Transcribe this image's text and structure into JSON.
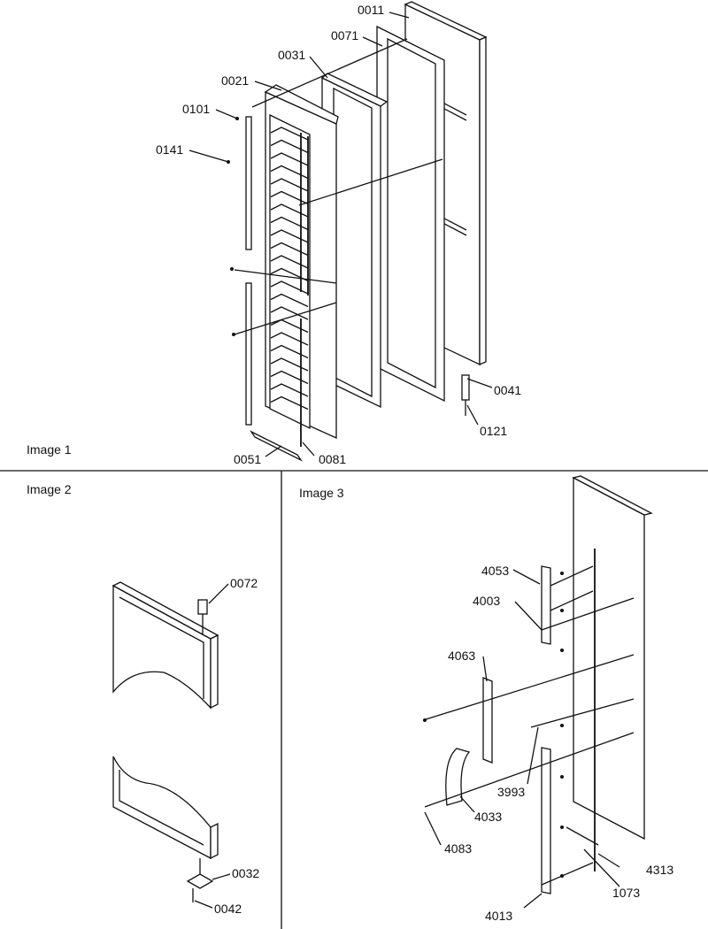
{
  "panels": {
    "image1": "Image 1",
    "image2": "Image 2",
    "image3": "Image 3"
  },
  "parts": {
    "p0011": "0011",
    "p0071": "0071",
    "p0031": "0031",
    "p0021": "0021",
    "p0101": "0101",
    "p0141": "0141",
    "p0041": "0041",
    "p0121": "0121",
    "p0051": "0051",
    "p0081": "0081",
    "p0072": "0072",
    "p0032": "0032",
    "p0042": "0042",
    "p4053": "4053",
    "p4003": "4003",
    "p4063": "4063",
    "p3993": "3993",
    "p4033": "4033",
    "p4083": "4083",
    "p4313": "4313",
    "p1073": "1073",
    "p4013": "4013"
  }
}
